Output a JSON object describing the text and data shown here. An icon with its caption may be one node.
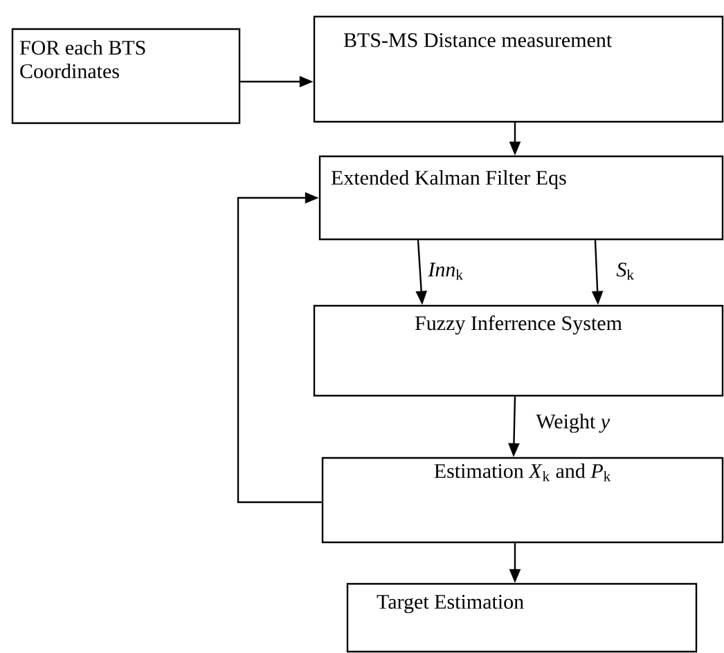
{
  "diagram": {
    "nodes": [
      {
        "text": [
          "FOR each BTS Coordinates"
        ]
      },
      {
        "text": [
          "BTS-MS Distance measurement"
        ]
      },
      {
        "text": [
          "Extended Kalman Filter Eqs"
        ]
      },
      {
        "text": [
          "Fuzzy Inferrence System"
        ]
      },
      {
        "text": [
          "Estimation *X*$_{k}$ and *P*$_{k}$"
        ]
      },
      {
        "text": [
          "Target Estimation"
        ]
      }
    ],
    "edges": [
      {
        "from": 0,
        "to": 1,
        "arrow": "to"
      },
      {
        "from": 1,
        "to": 2,
        "arrow": "to"
      },
      {
        "from": 2,
        "to": 3,
        "arrow": "to",
        "label": "*Inn*$_{k}$"
      },
      {
        "from": 2,
        "to": 3,
        "arrow": "to",
        "label": "*S*$_{k}$"
      },
      {
        "from": 3,
        "to": 4,
        "arrow": "to",
        "label": "Weight *y*"
      },
      {
        "from": 4,
        "to": 2,
        "arrow": "to"
      },
      {
        "from": 4,
        "to": 5,
        "arrow": "to"
      }
    ]
  }
}
